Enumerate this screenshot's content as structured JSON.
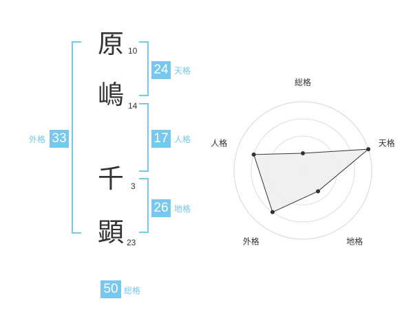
{
  "name": {
    "characters": [
      {
        "char": "原",
        "strokes": "10"
      },
      {
        "char": "嶋",
        "strokes": "14"
      },
      {
        "char": "千",
        "strokes": "3"
      },
      {
        "char": "顕",
        "strokes": "23"
      }
    ]
  },
  "fortunes": {
    "tenkaku": {
      "label": "天格",
      "value": "24"
    },
    "jinkaku": {
      "label": "人格",
      "value": "17"
    },
    "chikaku": {
      "label": "地格",
      "value": "26"
    },
    "gaikaku": {
      "label": "外格",
      "value": "33"
    },
    "soukaku": {
      "label": "総格",
      "value": "50"
    }
  },
  "colors": {
    "accent": "#76c8f0",
    "text": "#333333",
    "radar_fill": "#eeeeee"
  },
  "chart_data": {
    "type": "radar",
    "axes": [
      "総格",
      "天格",
      "地格",
      "外格",
      "人格"
    ],
    "values": [
      1.0,
      4.0,
      1.5,
      3.0,
      3.0
    ],
    "rmax": 4,
    "rings": 4,
    "grid": true
  }
}
